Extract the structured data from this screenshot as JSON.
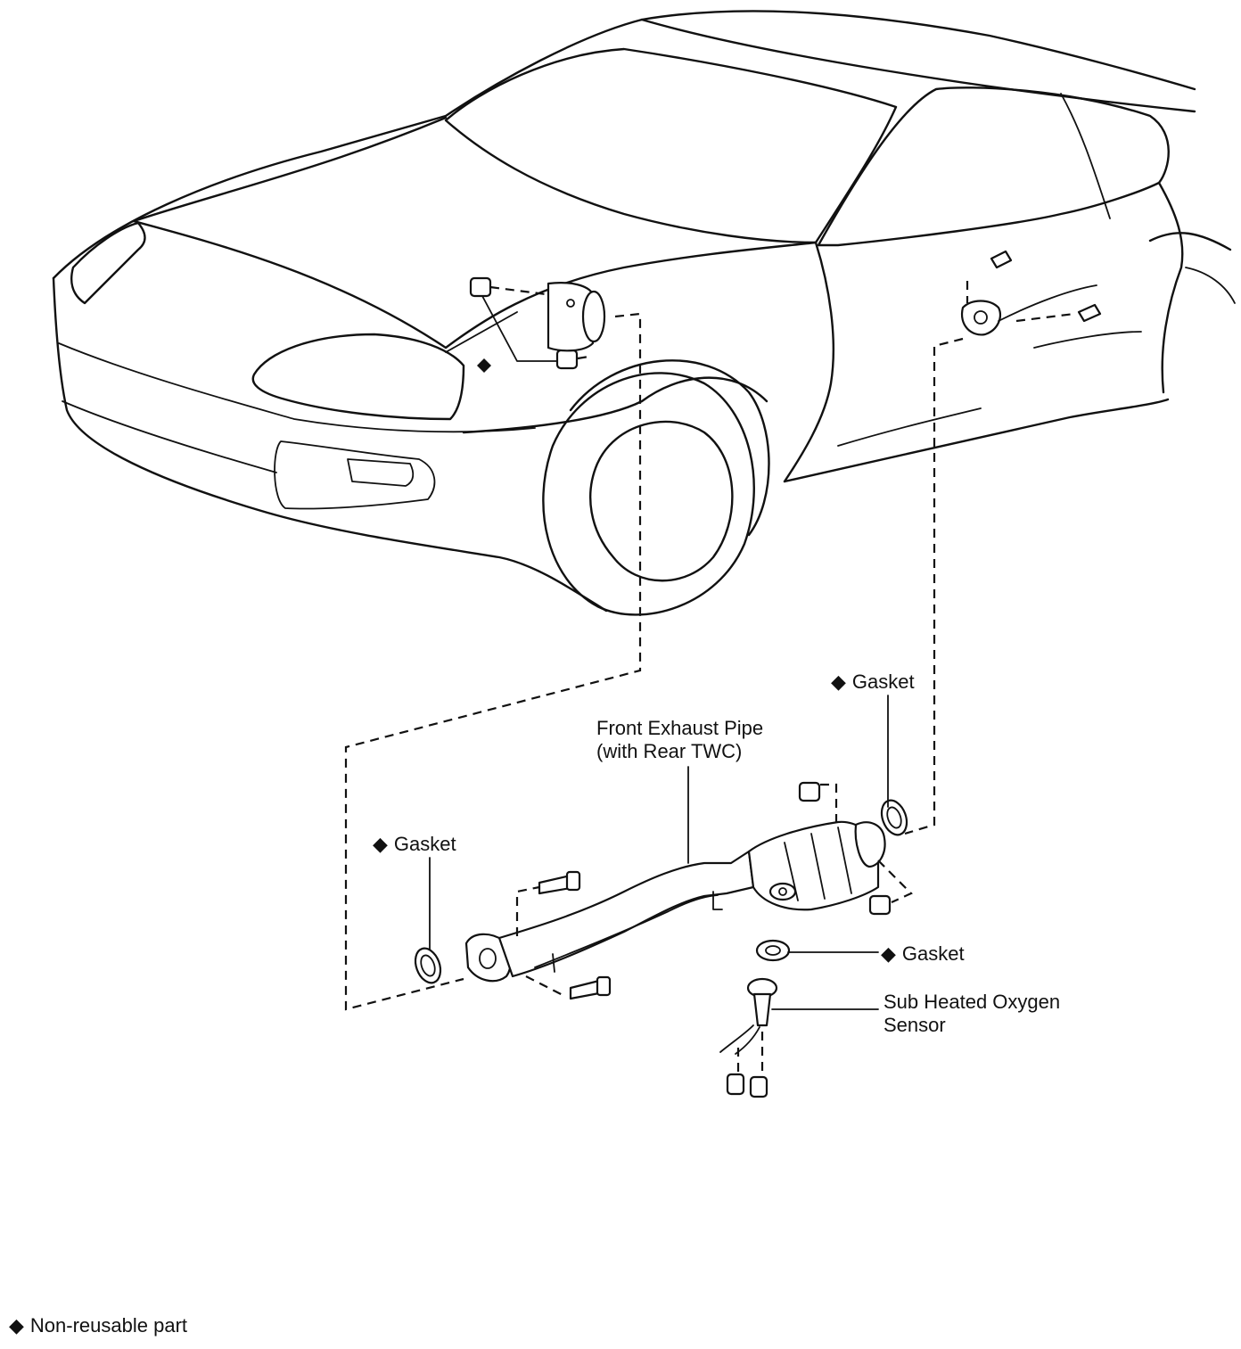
{
  "labels": {
    "gasket_upper": "Gasket",
    "front_exhaust_pipe_line1": "Front Exhaust Pipe",
    "front_exhaust_pipe_line2": "(with Rear TWC)",
    "gasket_left": "Gasket",
    "gasket_sensor": "Gasket",
    "sensor_line1": "Sub Heated Oxygen",
    "sensor_line2": "Sensor",
    "legend_text": "Non-reusable part"
  },
  "symbols": {
    "non_reusable_mark": "◆"
  },
  "colors": {
    "ink": "#111111",
    "paper": "#ffffff"
  },
  "icons": {
    "non_reusable_marker": "diamond-icon"
  }
}
